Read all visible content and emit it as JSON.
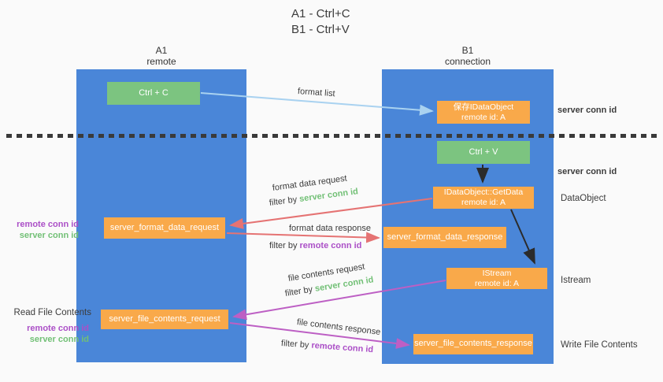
{
  "title": {
    "line1": "A1 - Ctrl+C",
    "line2": "B1 - Ctrl+V"
  },
  "columns": {
    "a1": {
      "name": "A1",
      "subtitle": "remote"
    },
    "b1": {
      "name": "B1",
      "subtitle": "connection"
    }
  },
  "nodes": {
    "ctrl_c": "Ctrl + C",
    "ctrl_v": "Ctrl + V",
    "save_dataobject": {
      "line1": "保存IDataObject",
      "line2": "remote id: A"
    },
    "getdata": {
      "line1": "IDataObject::GetData",
      "line2": "remote id: A"
    },
    "istream": {
      "line1": "IStream",
      "line2": "remote id: A"
    },
    "format_request": "server_format_data_request",
    "format_response": "server_format_data_response",
    "file_request": "server_file_contents_request",
    "file_response": "server_file_contents_response"
  },
  "arrow_labels": {
    "format_list": "format list",
    "format_data_request": "format data request",
    "format_data_response": "format data response",
    "file_contents_request": "file contents request",
    "file_contents_response": "file contents response",
    "filter_by": "filter by"
  },
  "ids": {
    "server_conn": "server conn id",
    "remote_conn": "remote conn id"
  },
  "side_labels": {
    "read_file_contents": "Read File Contents",
    "write_file_contents": "Write File Contents",
    "dataobject": "DataObject",
    "istream": "Istream",
    "server_conn_top": "server conn id",
    "server_conn_mid": "server conn id"
  },
  "colors": {
    "column_fill": "#4a86d8",
    "action_box": "#7cc480",
    "message_box": "#f9a94a",
    "server_conn_id_text": "#72c076",
    "remote_conn_id_text": "#ab4fc7",
    "arrow_format_list": "#a9d2f0",
    "arrow_format_data": "#e57373",
    "arrow_file_contents": "#bd5fc4",
    "arrow_control_flow": "#2b2b2b"
  }
}
